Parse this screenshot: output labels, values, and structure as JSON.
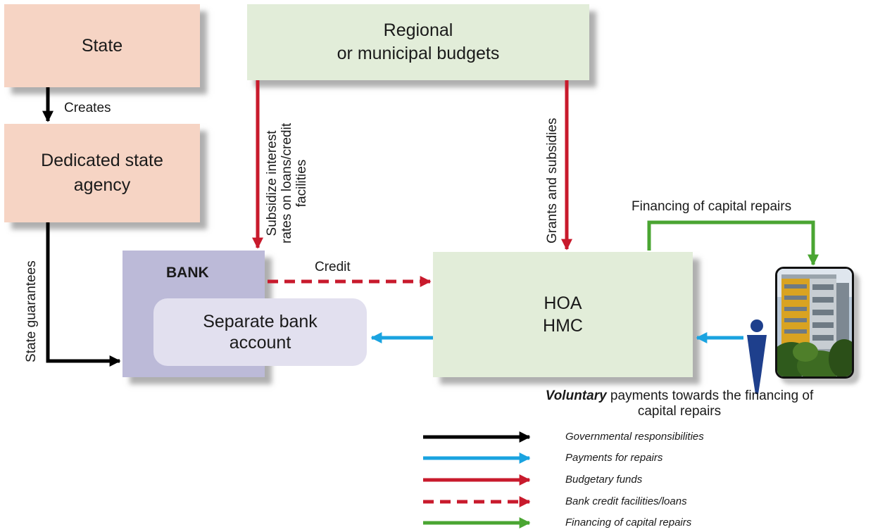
{
  "boxes": {
    "state": "State",
    "agency_line1": "Dedicated state",
    "agency_line2": "agency",
    "budgets_line1": "Regional",
    "budgets_line2": "or municipal budgets",
    "bank": "BANK",
    "account_line1": "Separate bank",
    "account_line2": "account",
    "hoa_line1": "HOA",
    "hoa_line2": "HMC"
  },
  "arrows": {
    "creates": "Creates",
    "state_guarantees": "State guarantees",
    "subsidize_line1": "Subsidize interest",
    "subsidize_line2": "rates on loans/credit",
    "subsidize_line3": "facilities",
    "grants": "Grants and subsidies",
    "credit": "Credit",
    "financing": "Financing of capital repairs"
  },
  "voluntary": {
    "emphasis": "Voluntary",
    "rest": " payments towards the financing of",
    "line2": "capital repairs"
  },
  "legend": [
    {
      "label": "Governmental responsibilities",
      "color": "#000000",
      "style": "solid"
    },
    {
      "label": "Payments for repairs",
      "color": "#1aa3e0",
      "style": "solid"
    },
    {
      "label": "Budgetary funds",
      "color": "#c81a2c",
      "style": "solid"
    },
    {
      "label": "Bank credit facilities/loans",
      "color": "#c81a2c",
      "style": "dashed"
    },
    {
      "label": "Financing of capital repairs",
      "color": "#4aa532",
      "style": "solid"
    }
  ],
  "colors": {
    "black": "#000000",
    "blue": "#1aa3e0",
    "red": "#c81a2c",
    "green": "#4aa532",
    "person": "#1e3f8c"
  }
}
